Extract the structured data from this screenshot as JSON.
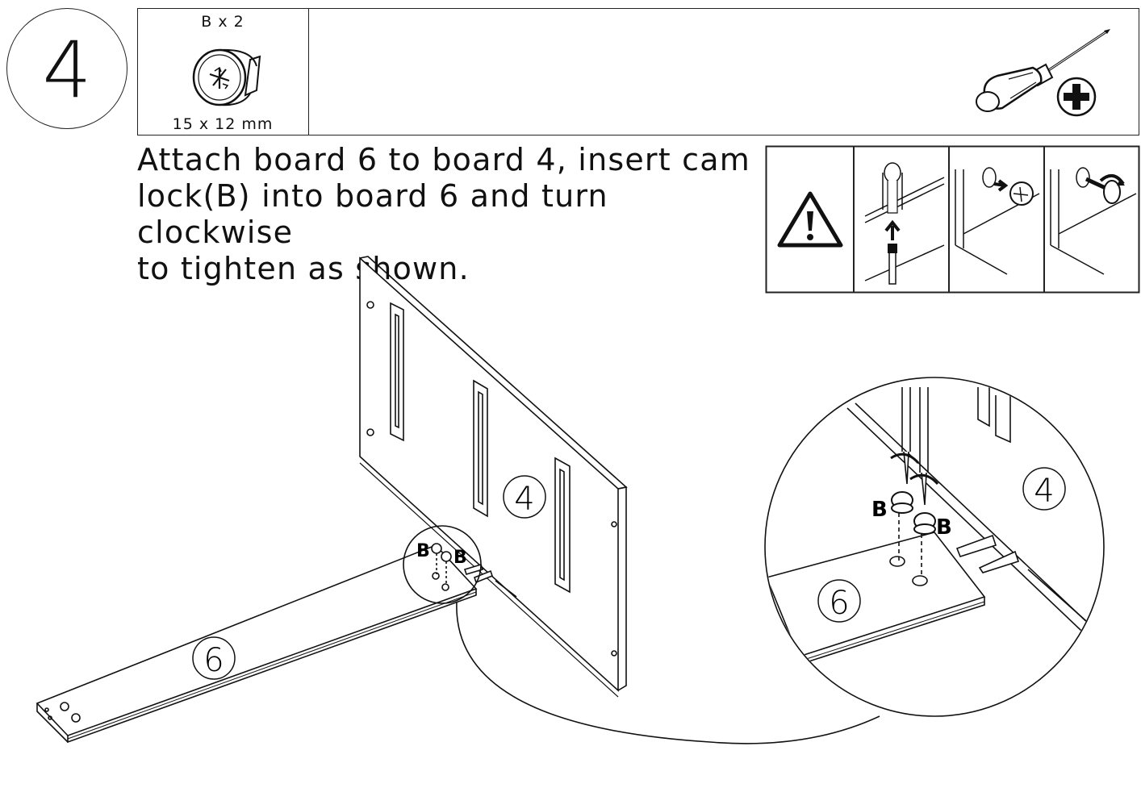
{
  "step": {
    "number": "4"
  },
  "parts": {
    "quantity": "B x 2",
    "size": "15 x 12 mm",
    "icon": "cam-lock-icon"
  },
  "tools": {
    "icon": "phillips-screwdriver-icon",
    "bit": "phillips-bit-icon"
  },
  "instruction": {
    "line1": "Attach board 6 to board 4, insert cam",
    "line2": "lock(B) into board 6 and turn clockwise",
    "line3": "to tighten as shown."
  },
  "warning": {
    "icon": "warning-icon",
    "panels": [
      "cam-bolt-insert-icon",
      "cam-lock-insert-icon",
      "cam-lock-turn-icon"
    ]
  },
  "labels": {
    "board_main": "4",
    "board_rail": "6",
    "board_main_zoom": "4",
    "board_rail_zoom": "6",
    "cam_b_left": "B",
    "cam_b_right": "B",
    "cam_b_left_zoom": "B",
    "cam_b_right_zoom": "B"
  }
}
